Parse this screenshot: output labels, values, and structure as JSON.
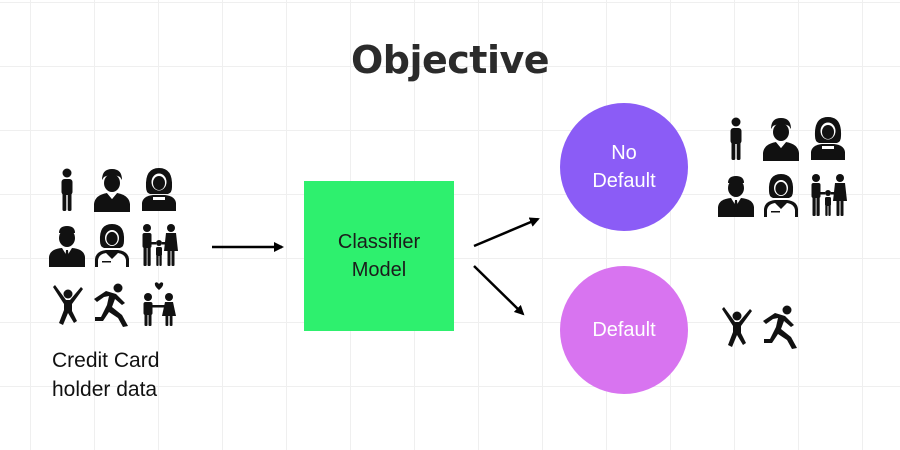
{
  "title": "Objective",
  "source": {
    "label_lines": [
      "Credit Card",
      "holder data"
    ],
    "icons": [
      "man-standing-icon",
      "man-icon",
      "woman-icon",
      "businessman-icon",
      "nurse-icon",
      "family-icon",
      "jumping-person-icon",
      "running-person-icon",
      "couple-icon"
    ]
  },
  "model": {
    "label_lines": [
      "Classifier",
      "Model"
    ],
    "color": "#2ef06e"
  },
  "outcomes": {
    "no_default": {
      "label_lines": [
        "No",
        "Default"
      ],
      "color": "#8b5cf6",
      "icons": [
        "man-standing-icon",
        "man-icon",
        "woman-icon",
        "businessman-icon",
        "nurse-icon",
        "family-icon"
      ]
    },
    "default": {
      "label_lines": [
        "Default"
      ],
      "color": "#d874f0",
      "icons": [
        "jumping-person-icon",
        "running-person-icon"
      ]
    }
  }
}
